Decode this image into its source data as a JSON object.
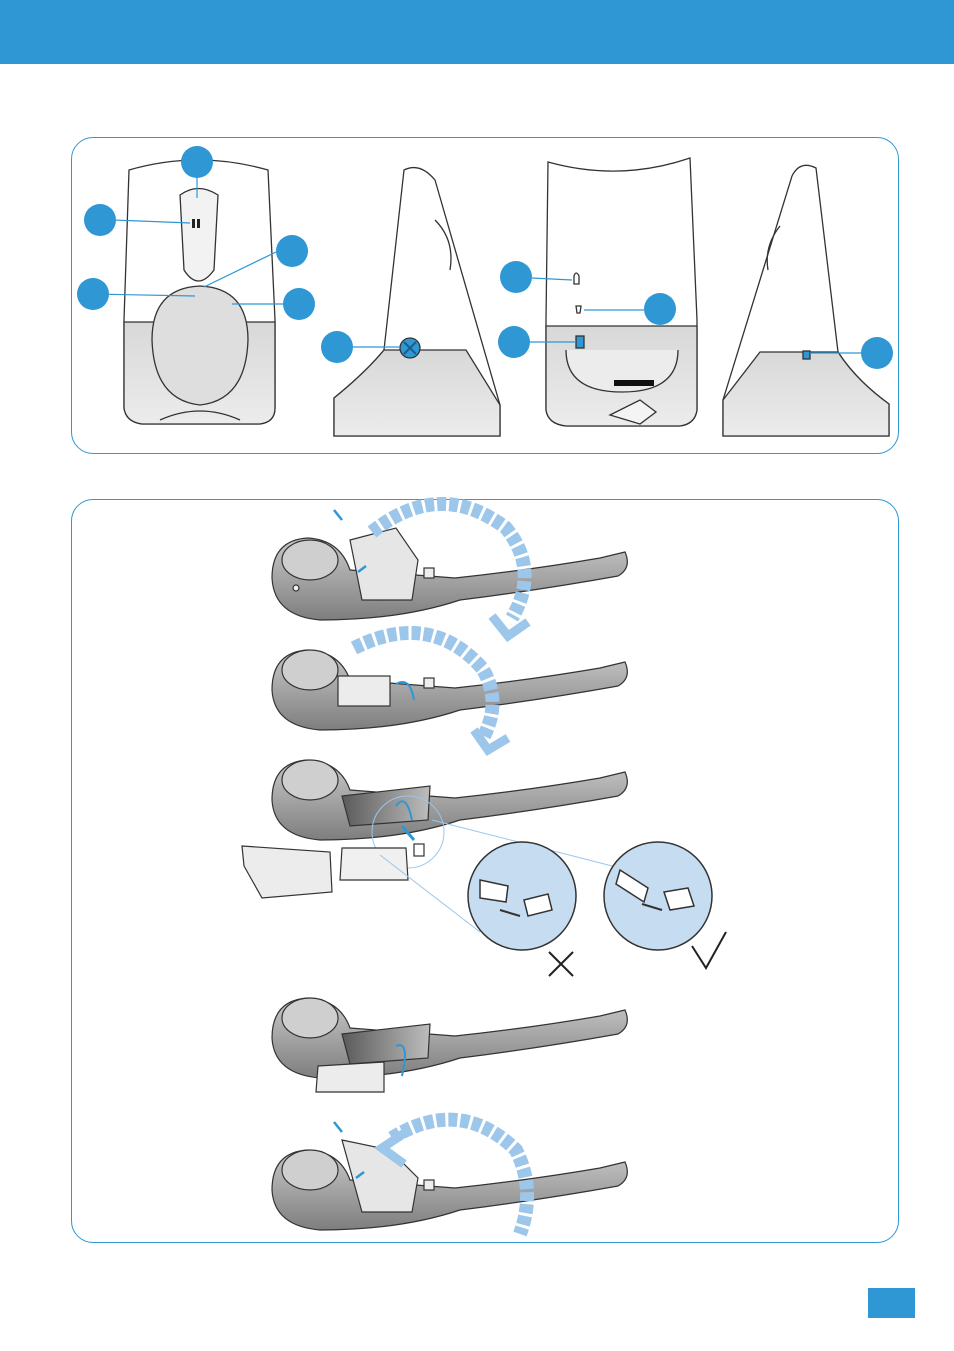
{
  "colors": {
    "accent": "#2e97d4",
    "arrow": "#9cc6ea",
    "device_fill": "#ffffff",
    "device_base": "#e4e4e4",
    "handset_dark": "#9c9c9c",
    "outline": "#333333"
  },
  "callouts": [
    {
      "id": "c1"
    },
    {
      "id": "c2"
    },
    {
      "id": "c3"
    },
    {
      "id": "c4"
    },
    {
      "id": "c5"
    },
    {
      "id": "c6"
    },
    {
      "id": "c7"
    },
    {
      "id": "c8"
    },
    {
      "id": "c9"
    },
    {
      "id": "c10"
    }
  ],
  "steps": [
    {
      "id": "open-cover"
    },
    {
      "id": "lift-battery"
    },
    {
      "id": "disconnect-plug"
    },
    {
      "id": "insert-battery"
    },
    {
      "id": "close-cover"
    }
  ],
  "connector_views": [
    {
      "id": "wrong-handling",
      "mark": "cross-icon"
    },
    {
      "id": "correct-handling",
      "mark": "check-icon"
    }
  ]
}
